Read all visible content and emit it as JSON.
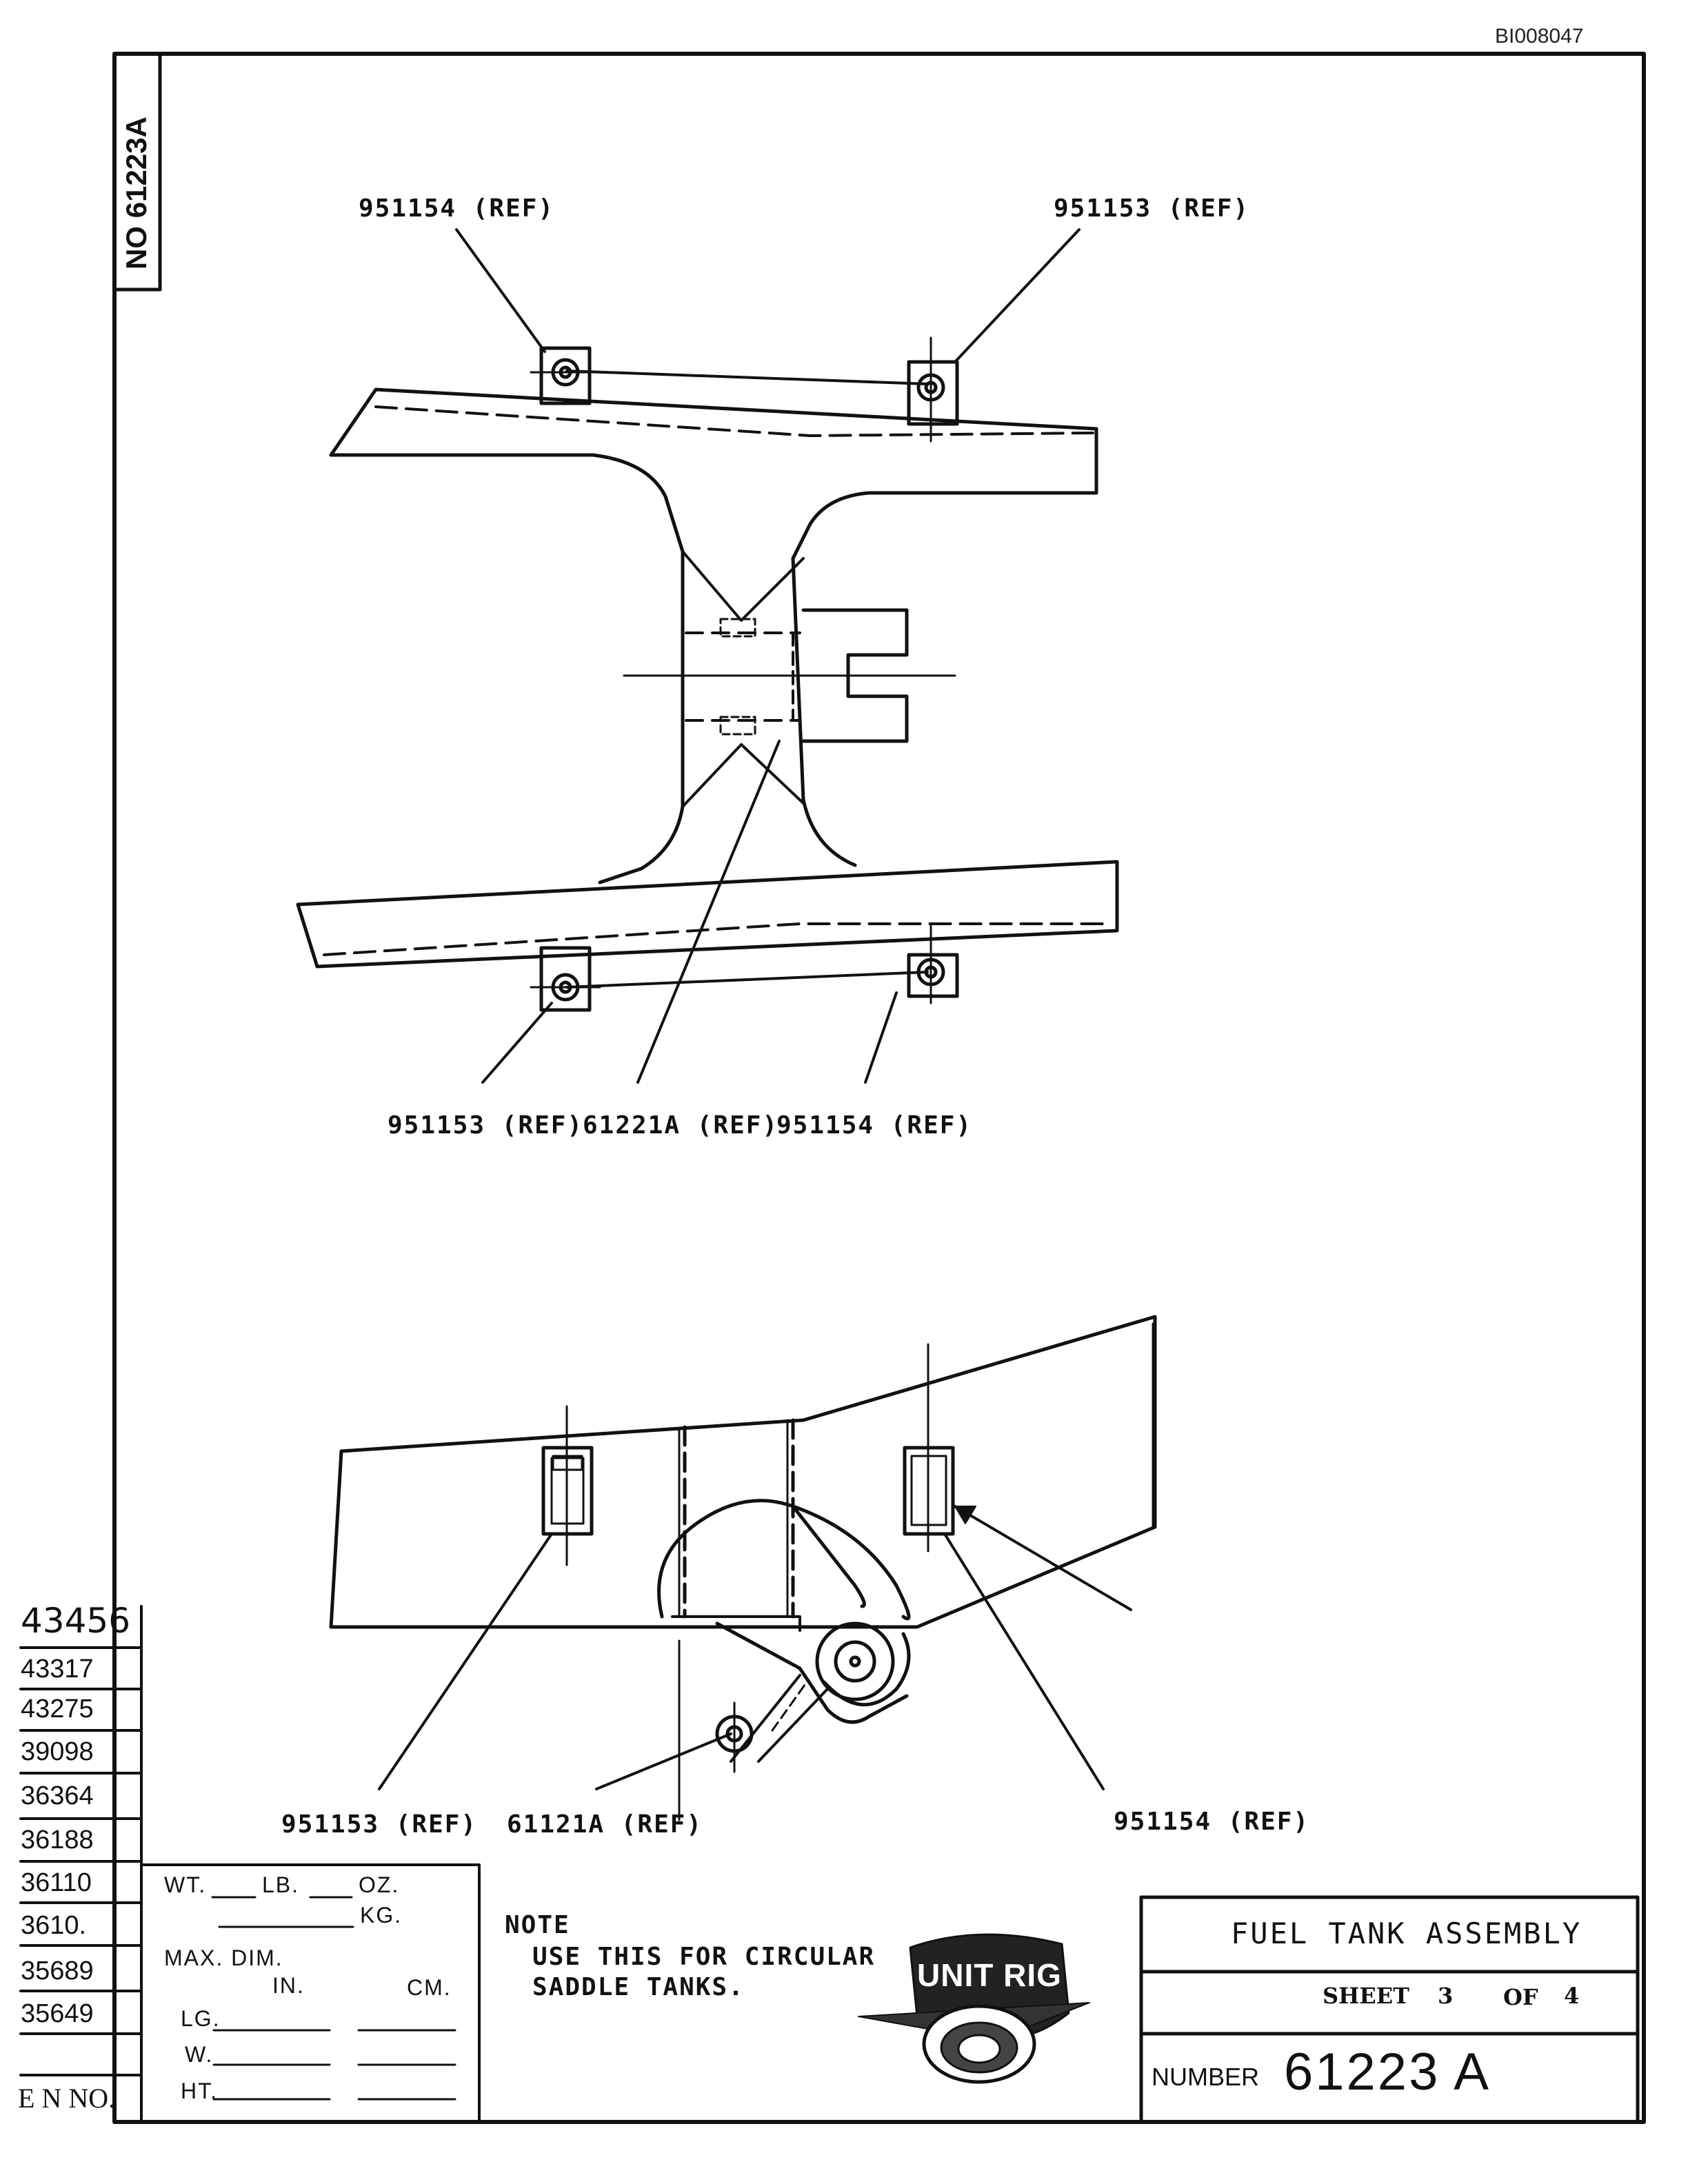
{
  "doc_id": "BI008047",
  "side_tab": "NO 61223A",
  "ecn_numbers": [
    "43456",
    "43317",
    "43275",
    "39098",
    "36364",
    "36188",
    "36110",
    "3610.",
    "35689",
    "35649"
  ],
  "ecn_label": "E N NO.",
  "top_view_labels": {
    "top_left": "951154 (REF)",
    "top_right": "951153 (REF)",
    "bottom_left": "951153 (REF)",
    "bottom_middle": "61221A (REF)",
    "bottom_right": "951154 (REF)"
  },
  "side_view_labels": {
    "left": "951153 (REF)",
    "middle": "61121A (REF)",
    "right": "951154 (REF)"
  },
  "weight_block": {
    "wt": "WT.",
    "lb": "LB.",
    "oz": "OZ.",
    "kg": "KG.",
    "max_dim": "MAX. DIM.",
    "in": "IN.",
    "cm": "CM.",
    "lg": "LG.",
    "w": "W.",
    "ht": "HT."
  },
  "note": {
    "heading": "NOTE",
    "line1": "USE THIS FOR CIRCULAR",
    "line2": "SADDLE TANKS."
  },
  "logo_text": "UNIT RIG",
  "title_block": {
    "title": "FUEL TANK ASSEMBLY",
    "sheet_label": "SHEET",
    "sheet_num": "3",
    "of_label": "OF",
    "sheet_total": "4",
    "number_label": "NUMBER",
    "number_value": "61223 A"
  }
}
